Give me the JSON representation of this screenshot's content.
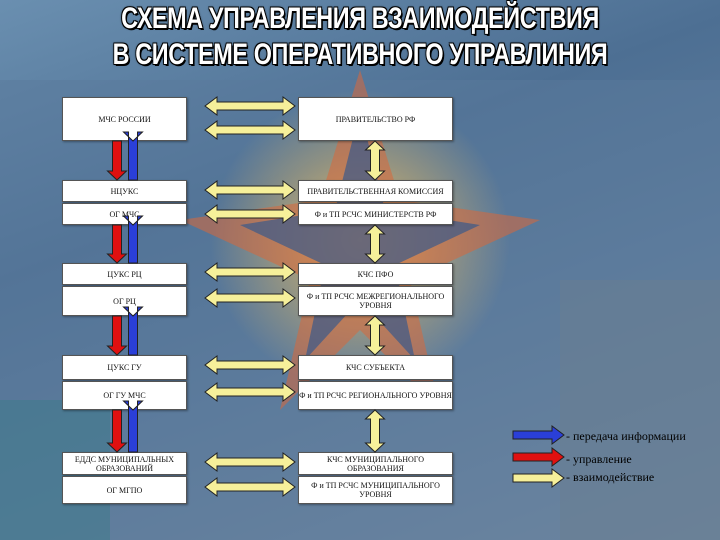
{
  "title": {
    "line1": "СХЕМА УПРАВЛЕНИЯ ВЗАИМОДЕЙСТВИЯ",
    "line2": "В СИСТЕМЕ ОПЕРАТИВНОГО УПРАВЛИНИЯ"
  },
  "left_boxes": [
    {
      "text": "МЧС РОССИИ"
    },
    {
      "text": "НЦУКС"
    },
    {
      "text": "ОГ МЧС"
    },
    {
      "text": "ЦУКС РЦ"
    },
    {
      "text": "ОГ РЦ"
    },
    {
      "text": "ЦУКС ГУ"
    },
    {
      "text": "ОГ ГУ МЧС"
    },
    {
      "text": "ЕДДС МУНИЦИПАЛЬНЫХ ОБРАЗОВАНИЙ"
    },
    {
      "text": "ОГ МГПО"
    }
  ],
  "right_boxes": [
    {
      "text": "ПРАВИТЕЛЬСТВО РФ"
    },
    {
      "text": "ПРАВИТЕЛЬСТВЕННАЯ КОМИССИЯ"
    },
    {
      "text": "Ф и ТП РСЧС МИНИСТЕРСТВ РФ"
    },
    {
      "text": "КЧС ПФО"
    },
    {
      "text": "Ф и ТП РСЧС МЕЖРЕГИОНАЛЬНОГО УРОВНЯ"
    },
    {
      "text": "КЧС СУБЪЕКТА"
    },
    {
      "text": "Ф и ТП РСЧС РЕГИОНАЛЬНОГО УРОВНЯ"
    },
    {
      "text": "КЧС МУНИЦИПАЛЬНОГО ОБРАЗОВАНИЯ"
    },
    {
      "text": "Ф и ТП РСЧС МУНИЦИПАЛЬНОГО УРОВНЯ"
    }
  ],
  "legend": [
    {
      "label": "- передача информации",
      "color": "#2a3fd8"
    },
    {
      "label": "- управление",
      "color": "#e01010"
    },
    {
      "label": "- взаимодействие",
      "color": "#f6f09a"
    }
  ],
  "colors": {
    "info": "#2a3fd8",
    "control": "#e01010",
    "interaction": "#f6f09a"
  }
}
